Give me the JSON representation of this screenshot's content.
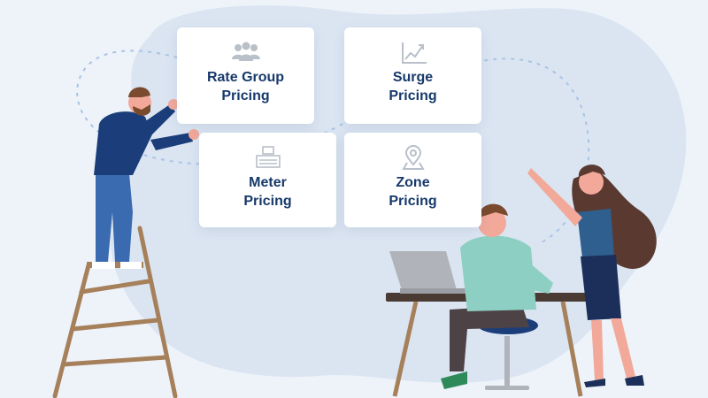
{
  "colors": {
    "background": "#eef3fa",
    "blob": "#dbe5f2",
    "card": "#ffffff",
    "label": "#17396b",
    "icon": "#b9c0ca",
    "dashed_path": "#a9c4e4"
  },
  "cards": [
    {
      "line1": "Rate Group",
      "line2": "Pricing",
      "icon": "people-group-icon"
    },
    {
      "line1": "Surge",
      "line2": "Pricing",
      "icon": "trend-chart-icon"
    },
    {
      "line1": "Meter",
      "line2": "Pricing",
      "icon": "taxi-meter-icon"
    },
    {
      "line1": "Zone",
      "line2": "Pricing",
      "icon": "location-pin-icon"
    }
  ]
}
